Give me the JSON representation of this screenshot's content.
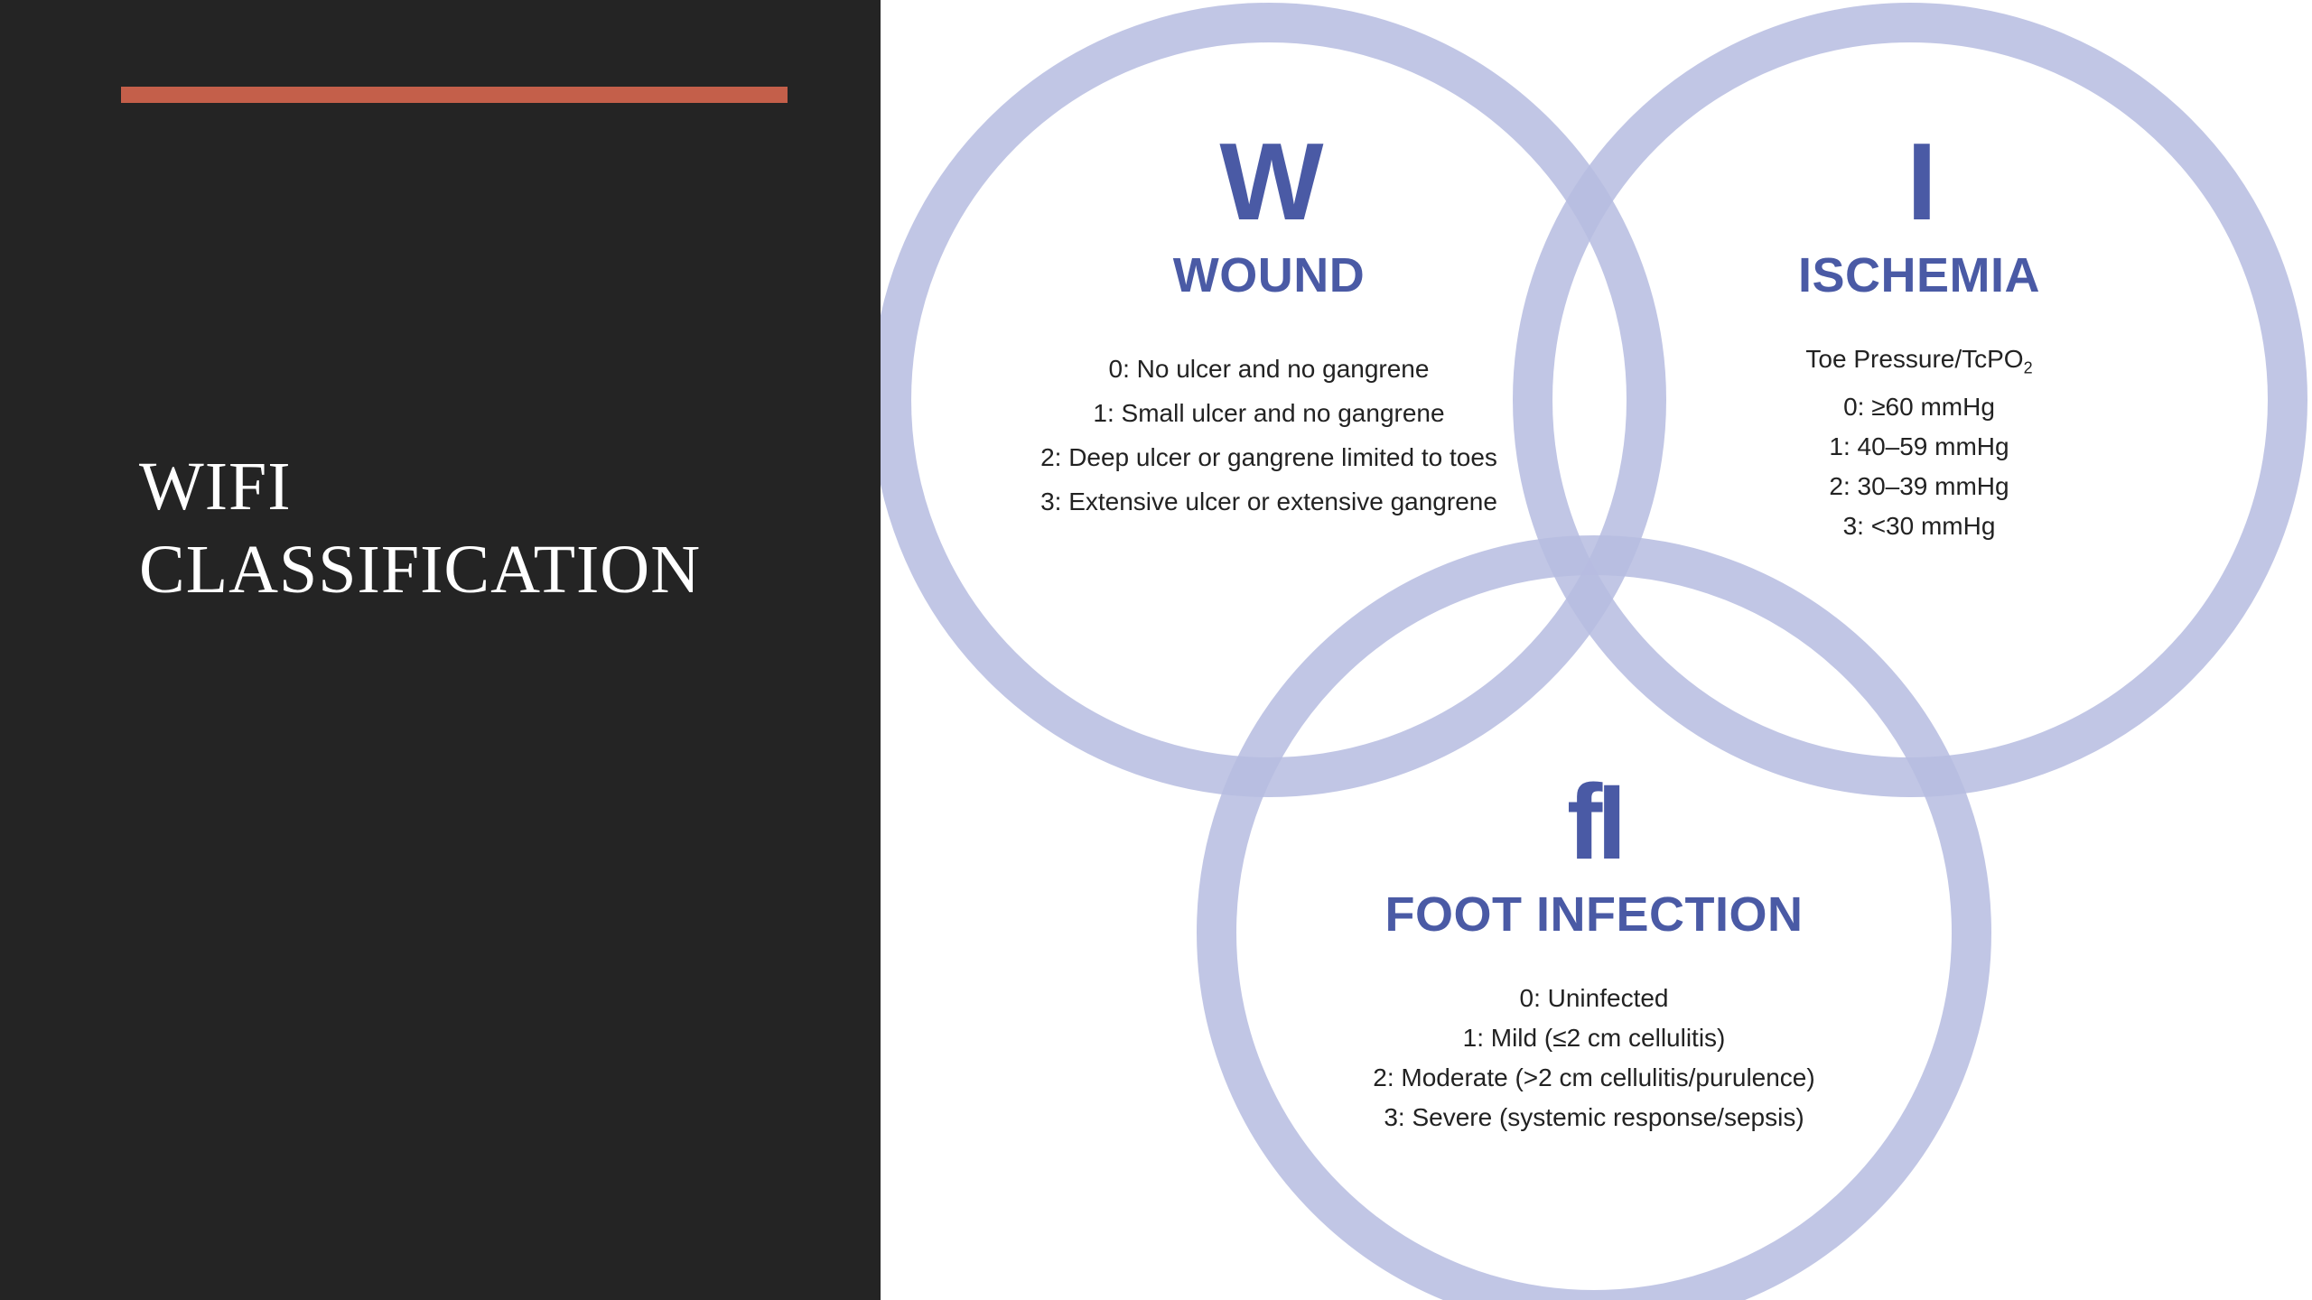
{
  "slide": {
    "title_lines": [
      "WIFI",
      "CLASSIFICATION"
    ],
    "accent_color": "#c45f4a",
    "left_panel_color": "#242424"
  },
  "diagram": {
    "ring_color": "#b6bce0",
    "text_color": "#4a5aa5",
    "wound": {
      "letter": "W",
      "name": "WOUND",
      "items": [
        "0: No ulcer and no gangrene",
        "1: Small ulcer and no gangrene",
        "2: Deep ulcer or gangrene limited to toes",
        "3: Extensive ulcer or extensive gangrene"
      ]
    },
    "ischemia": {
      "letter": "I",
      "name": "ISCHEMIA",
      "subhead": "Toe Pressure/TcPO",
      "subhead_sub": "2",
      "items": [
        "0: ≥60 mmHg",
        "1: 40–59 mmHg",
        "2: 30–39 mmHg",
        "3: <30 mmHg"
      ]
    },
    "foot_infection": {
      "letter": "fI",
      "name": "FOOT INFECTION",
      "items": [
        "0: Uninfected",
        "1: Mild (≤2 cm cellulitis)",
        "2: Moderate (>2 cm cellulitis/purulence)",
        "3: Severe (systemic response/sepsis)"
      ]
    }
  }
}
